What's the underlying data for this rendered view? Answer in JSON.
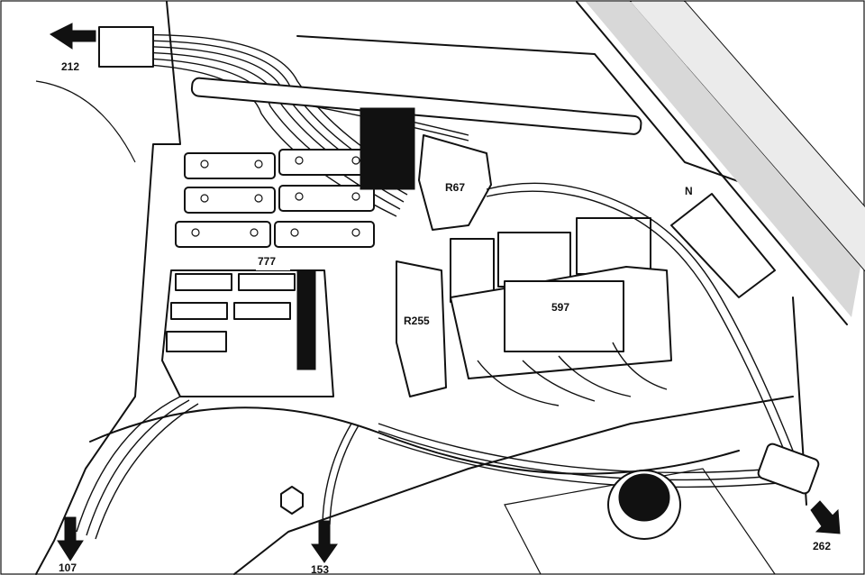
{
  "labels": {
    "arrow_top_left": "212",
    "arrow_bottom_left": "107",
    "arrow_bottom_center": "153",
    "arrow_bottom_right": "262",
    "connector_r67": "R67",
    "connector_r255": "R255",
    "fuse_block": "777",
    "relay_block": "597",
    "marker_n": "N"
  }
}
